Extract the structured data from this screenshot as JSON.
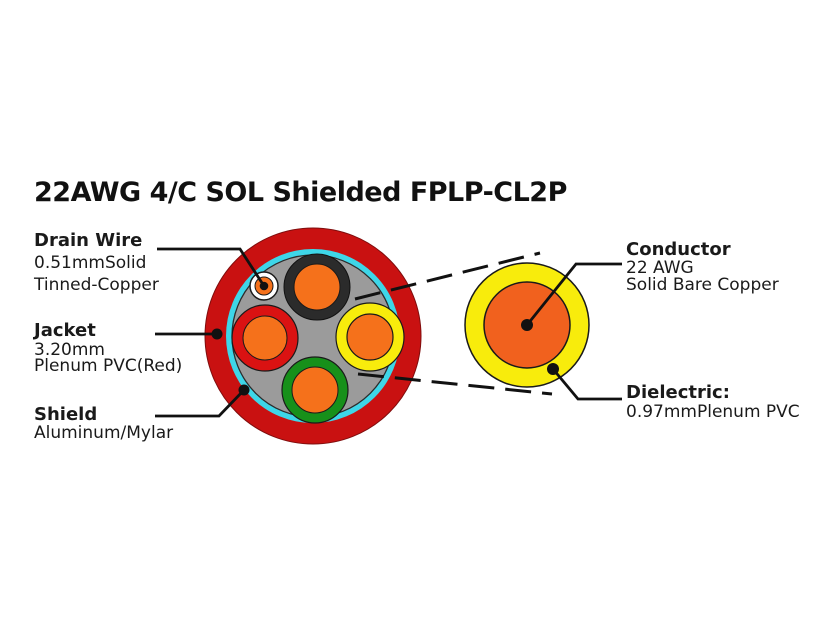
{
  "title": "22AWG 4/C SOL Shielded FPLP-CL2P",
  "callouts": {
    "drain_wire": {
      "title": "Drain Wire",
      "detail1": "0.51mmSolid",
      "detail2": "Tinned-Copper"
    },
    "jacket": {
      "title": "Jacket",
      "detail1": "3.20mm",
      "detail2": "Plenum PVC(Red)"
    },
    "shield": {
      "title": "Shield",
      "detail1": "Aluminum/Mylar"
    },
    "conductor": {
      "title": "Conductor",
      "detail1": "22 AWG",
      "detail2": "Solid Bare Copper"
    },
    "dielectric": {
      "title": "Dielectric:",
      "detail1": "0.97mmPlenum PVC"
    }
  },
  "colors": {
    "jacket_red": "#c91111",
    "shield_cyan": "#3ed6e8",
    "filler_gray": "#9b9b9b",
    "conductor_orange": "#f5711b",
    "magnified_conductor_orange": "#f1611e",
    "insulation_black": "#2b2b2b",
    "insulation_red": "#da1212",
    "insulation_yellow": "#f8ec0c",
    "insulation_green": "#17901a",
    "drain_wire_white": "#ffffff",
    "leader_line": "#111111"
  }
}
